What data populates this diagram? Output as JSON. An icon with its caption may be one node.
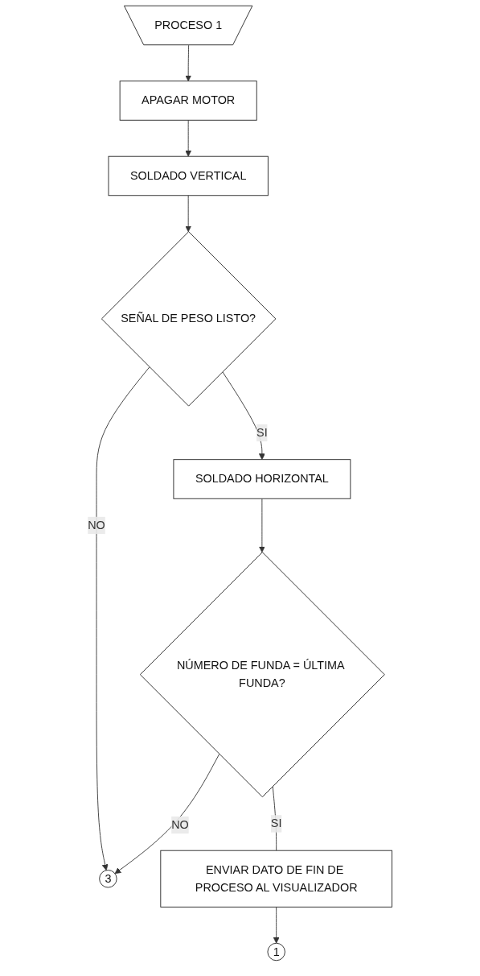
{
  "diagram": {
    "nodes": [
      {
        "text": [
          "PROCESO 1"
        ]
      },
      {
        "text": [
          "APAGAR MOTOR"
        ]
      },
      {
        "text": [
          "SOLDADO VERTICAL"
        ]
      },
      {
        "text": [
          "SEÑAL DE PESO LISTO?"
        ]
      },
      {
        "text": [
          "3"
        ]
      },
      {
        "text": [
          "SOLDADO HORIZONTAL"
        ]
      },
      {
        "text": [
          "NÚMERO DE FUNDA = ÚLTIMA FUNDA?"
        ]
      },
      {
        "text": [
          "ENVIAR DATO DE FIN DE PROCESO AL VISUALIZADOR"
        ]
      },
      {
        "text": [
          "1"
        ]
      }
    ],
    "edges": [
      {
        "from": 0,
        "to": 1,
        "arrow": "to"
      },
      {
        "from": 1,
        "to": 2,
        "arrow": "to"
      },
      {
        "from": 2,
        "to": 3,
        "arrow": "to"
      },
      {
        "from": 3,
        "to": 4,
        "arrow": "to",
        "label": "NO"
      },
      {
        "from": 3,
        "to": 5,
        "arrow": "to",
        "label": "SI"
      },
      {
        "from": 5,
        "to": 6,
        "arrow": "to"
      },
      {
        "from": 6,
        "to": 4,
        "arrow": "to",
        "label": "NO"
      },
      {
        "from": 6,
        "to": 7,
        "arrow": "none",
        "label": "SI"
      },
      {
        "from": 7,
        "to": 8,
        "arrow": "to"
      }
    ]
  }
}
